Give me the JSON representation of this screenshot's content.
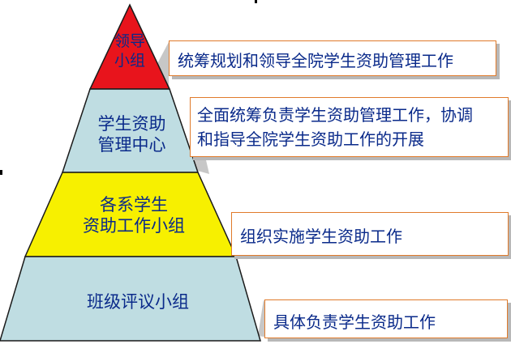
{
  "pyramid": {
    "tiers": [
      {
        "lines": [
          "领导",
          "小组"
        ],
        "fill": "#e8141c"
      },
      {
        "lines": [
          "学生资助",
          "管理中心"
        ],
        "fill": "#bfdde2"
      },
      {
        "lines": [
          "各系学生",
          "资助工作小组"
        ],
        "fill": "#f7f000"
      },
      {
        "lines": [
          "班级评议小组"
        ],
        "fill": "#bfdde2"
      }
    ]
  },
  "callouts": [
    {
      "lines": [
        "统筹规划和领导全院学生资助管理工作"
      ]
    },
    {
      "lines": [
        "全面统筹负责学生资助管理工作，协调",
        "和指导全院学生资助工作的开展"
      ]
    },
    {
      "lines": [
        "组织实施学生资助工作"
      ]
    },
    {
      "lines": [
        "具体负责学生资助工作"
      ]
    }
  ],
  "colors": {
    "text": "#0a2a8a",
    "callout_border": "#e07a2a",
    "outline": "#1a1a1a"
  }
}
